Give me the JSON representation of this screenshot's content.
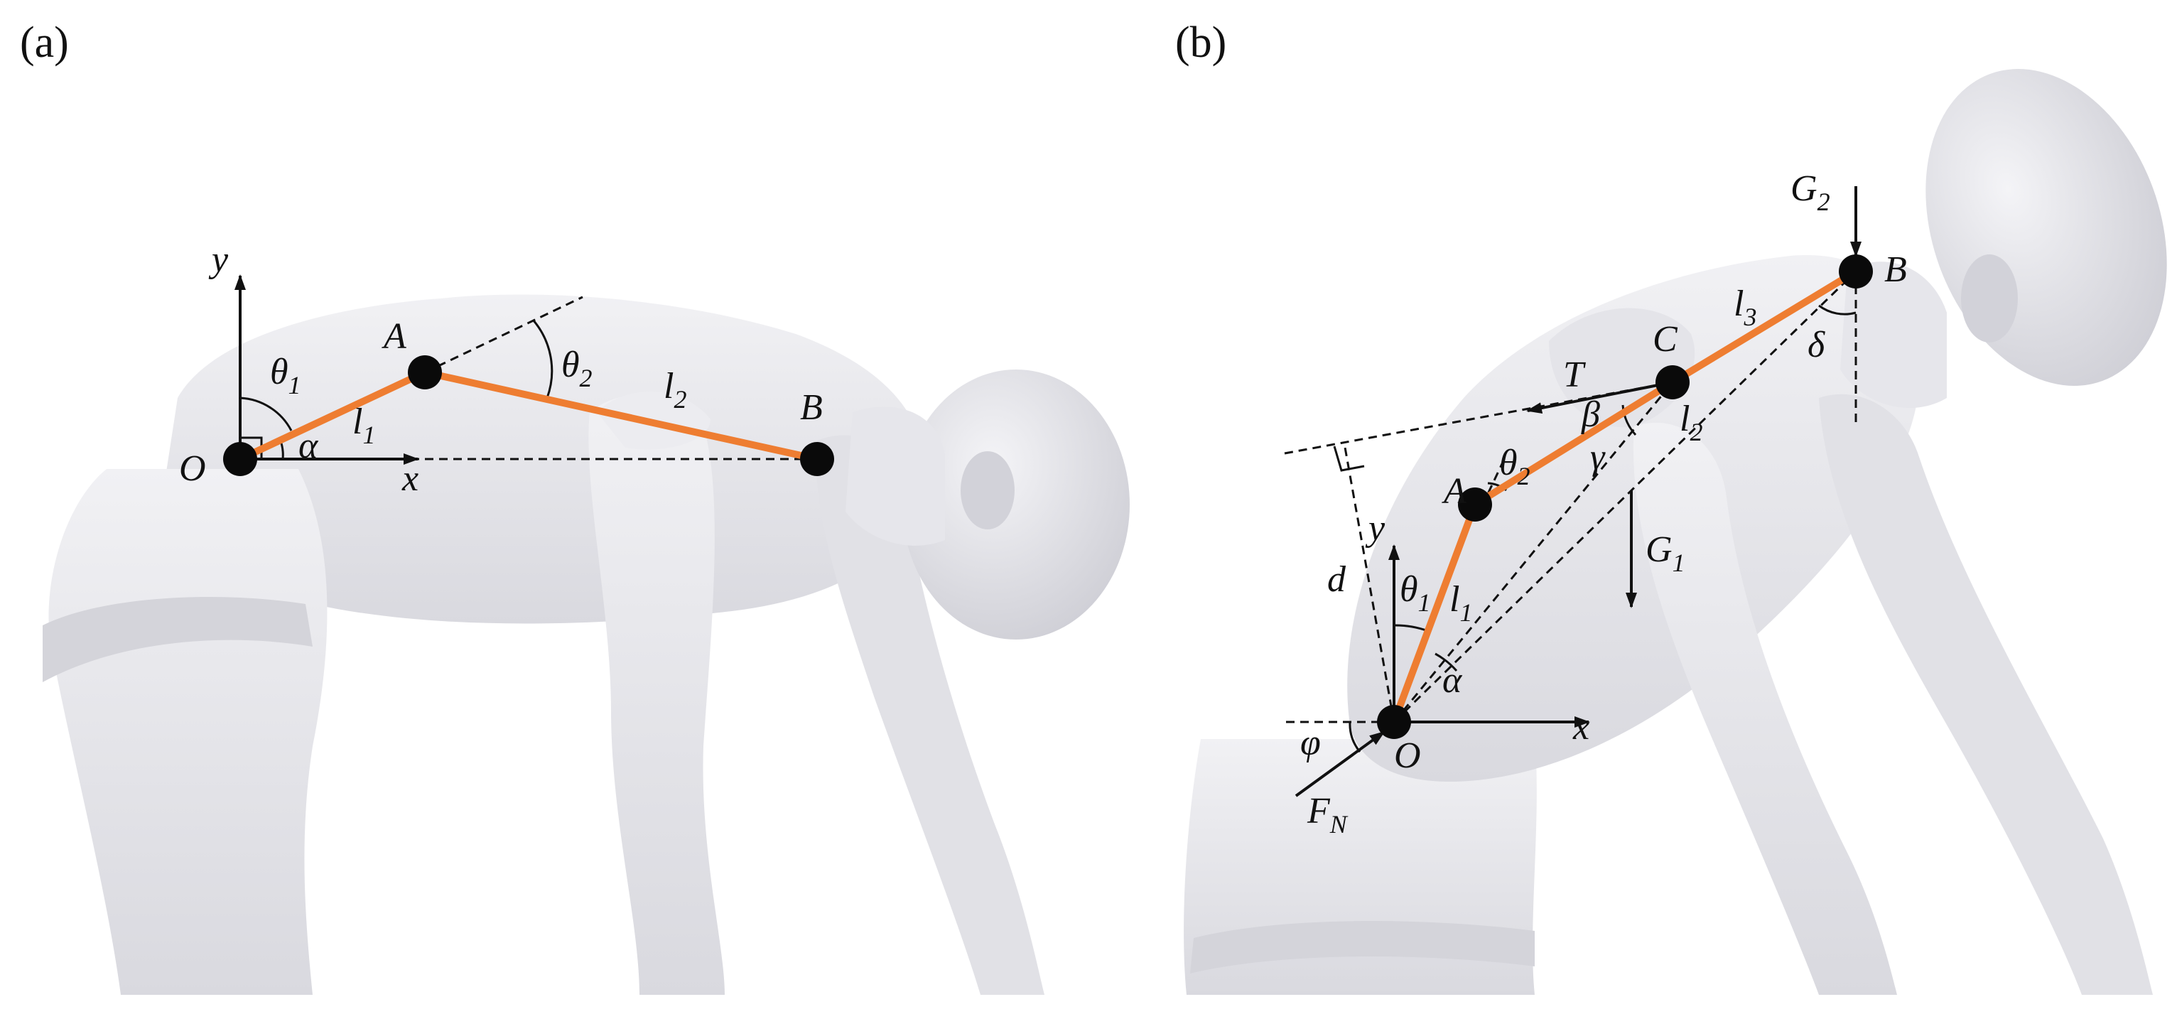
{
  "colors": {
    "link": "#ee7d31",
    "joint": "#0a0a0a",
    "body": "#e7e7ec",
    "body_shade": "#cfcfd6"
  },
  "panel_a": {
    "panel_label": "(a)",
    "points": {
      "O": "O",
      "A": "A",
      "B": "B"
    },
    "axes": {
      "x": "x",
      "y": "y"
    },
    "angles": {
      "theta1": "θ",
      "theta1_sub": "1",
      "theta2": "θ",
      "theta2_sub": "2",
      "alpha": "α"
    },
    "links": {
      "l1": "l",
      "l1_sub": "1",
      "l2": "l",
      "l2_sub": "2"
    }
  },
  "panel_b": {
    "panel_label": "(b)",
    "points": {
      "O": "O",
      "A": "A",
      "B": "B",
      "C": "C"
    },
    "axes": {
      "x": "x",
      "y": "y"
    },
    "angles": {
      "theta1": "θ",
      "theta1_sub": "1",
      "theta2": "θ",
      "theta2_sub": "2",
      "alpha": "α",
      "beta": "β",
      "gamma": "γ",
      "delta": "δ",
      "phi": "φ"
    },
    "links": {
      "l1": "l",
      "l1_sub": "1",
      "l2": "l",
      "l2_sub": "2",
      "l3": "l",
      "l3_sub": "3"
    },
    "forces": {
      "T": "T",
      "G1": "G",
      "G1_sub": "1",
      "G2": "G",
      "G2_sub": "2",
      "FN": "F",
      "FN_sub": "N"
    },
    "distance": "d"
  }
}
